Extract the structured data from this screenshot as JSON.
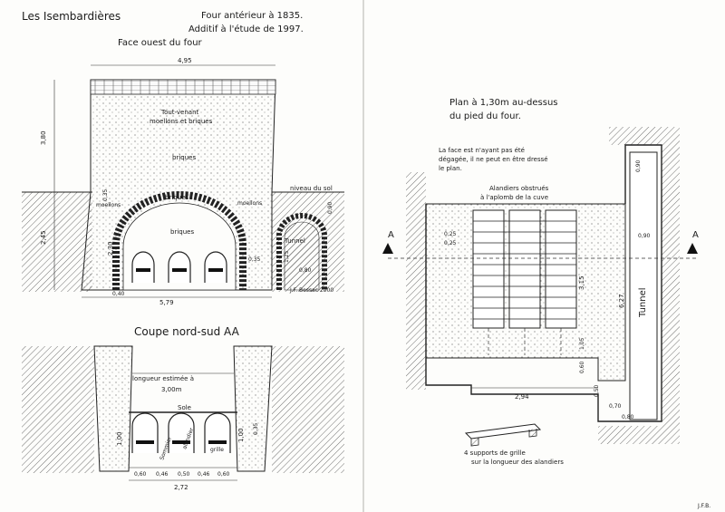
{
  "header": {
    "site": "Les Isembardières",
    "date_line1": "Four antérieur à 1835.",
    "date_line2": "Additif à l'étude de 1997."
  },
  "west_face": {
    "title": "Face ouest du four",
    "labels": {
      "tout_venant": "Tout-venant",
      "moellons_briques": "moellons et briques",
      "briques_upper": "briques",
      "briques_lower": "briques",
      "briques_arch": "briques",
      "moellons_left": "moellons",
      "moellons_right": "moellons",
      "niveau_sol": "niveau du sol",
      "tunnel": "Tunnel",
      "signature": "J.F. Bessac 2000"
    },
    "dims": {
      "top_width": "4,95",
      "bottom_width": "5,79",
      "upper_height": "3,80",
      "lower_height": "2,45",
      "arch_height": "2,30",
      "d_035": "0,35",
      "d_040": "0,40",
      "d_090": "0,90",
      "d_125": "1,25",
      "d_080": "0,80",
      "d_035b": "0,35"
    }
  },
  "section_aa": {
    "title": "Coupe nord-sud AA",
    "labels": {
      "longueur_line1": "longueur estimée à",
      "longueur_line2": "3,00m",
      "sole": "Sole",
      "sommier": "Sommier",
      "alandier": "alandier",
      "grille": "grille"
    },
    "dims": {
      "height_left": "1,00",
      "height_right": "1,00",
      "bottom": [
        "0,60",
        "0,46",
        "0,50",
        "0,46",
        "0,60"
      ],
      "total": "2,72",
      "side": "0,35"
    }
  },
  "plan": {
    "title_line1": "Plan à 1,30m au-dessus",
    "title_line2": "du pied du four.",
    "note_line1": "La face est n'ayant pas été",
    "note_line2": "dégagée, il ne peut en être dressé",
    "note_line3": "le plan.",
    "alandiers_line1": "Alandiers obstrués",
    "alandiers_line2": "à l'aplomb de la cuve",
    "section_marker_left": "A",
    "section_marker_right": "A",
    "tunnel": "Tunnel",
    "supports_line1": "4 supports de grille",
    "supports_line2": "sur la longueur des alandiers",
    "dims": {
      "d_090a": "0,90",
      "d_090b": "0,90",
      "d_627": "6,27",
      "d_315": "3,15",
      "d_105": "1,05",
      "d_060": "0,60",
      "d_294": "2,94",
      "d_070": "0,70",
      "d_025a": "0,25",
      "d_025b": "0,25",
      "d_050": "0,50",
      "d_080": "0,80"
    }
  },
  "footer": {
    "page_mark": "J.F.B."
  }
}
